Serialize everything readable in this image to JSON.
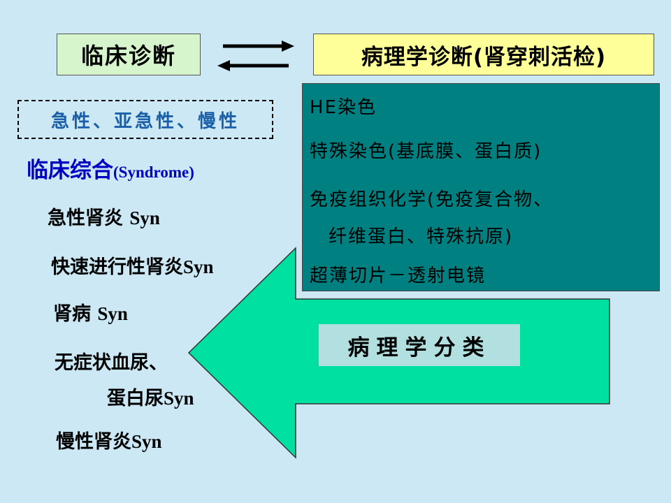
{
  "header": {
    "clinical_label": "临床诊断",
    "pathology_label": "病理学诊断(肾穿刺活检)"
  },
  "clinical": {
    "course_label": "急性、亚急性、慢性",
    "syndrome_title_cn": "临床综合",
    "syndrome_title_en": "(Syndrome)",
    "items": [
      {
        "cn": "急性肾炎 ",
        "en": "Syn"
      },
      {
        "cn": "快速进行性肾炎",
        "en": "Syn"
      },
      {
        "cn": "肾病 ",
        "en": "Syn"
      },
      {
        "cn": "无症状血尿、",
        "en": ""
      },
      {
        "cn": "蛋白尿",
        "en": "Syn"
      },
      {
        "cn": "慢性肾炎",
        "en": "Syn"
      }
    ]
  },
  "pathology": {
    "methods": [
      "HE染色",
      "特殊染色(基底膜、蛋白质)",
      "免疫组织化学(免疫复合物、",
      "纤维蛋白、特殊抗原)",
      "超薄切片－透射电镜"
    ],
    "classification_label": "病理学分类"
  },
  "colors": {
    "background": "#cce8f4",
    "clinical_box": "#d6f5cc",
    "pathology_box": "#ffff99",
    "methods_panel": "#008080",
    "big_arrow": "#00e0a0",
    "classification_box": "#b2dfe0",
    "syndrome_title": "#0000c0",
    "course_text": "#1a5fa8"
  }
}
